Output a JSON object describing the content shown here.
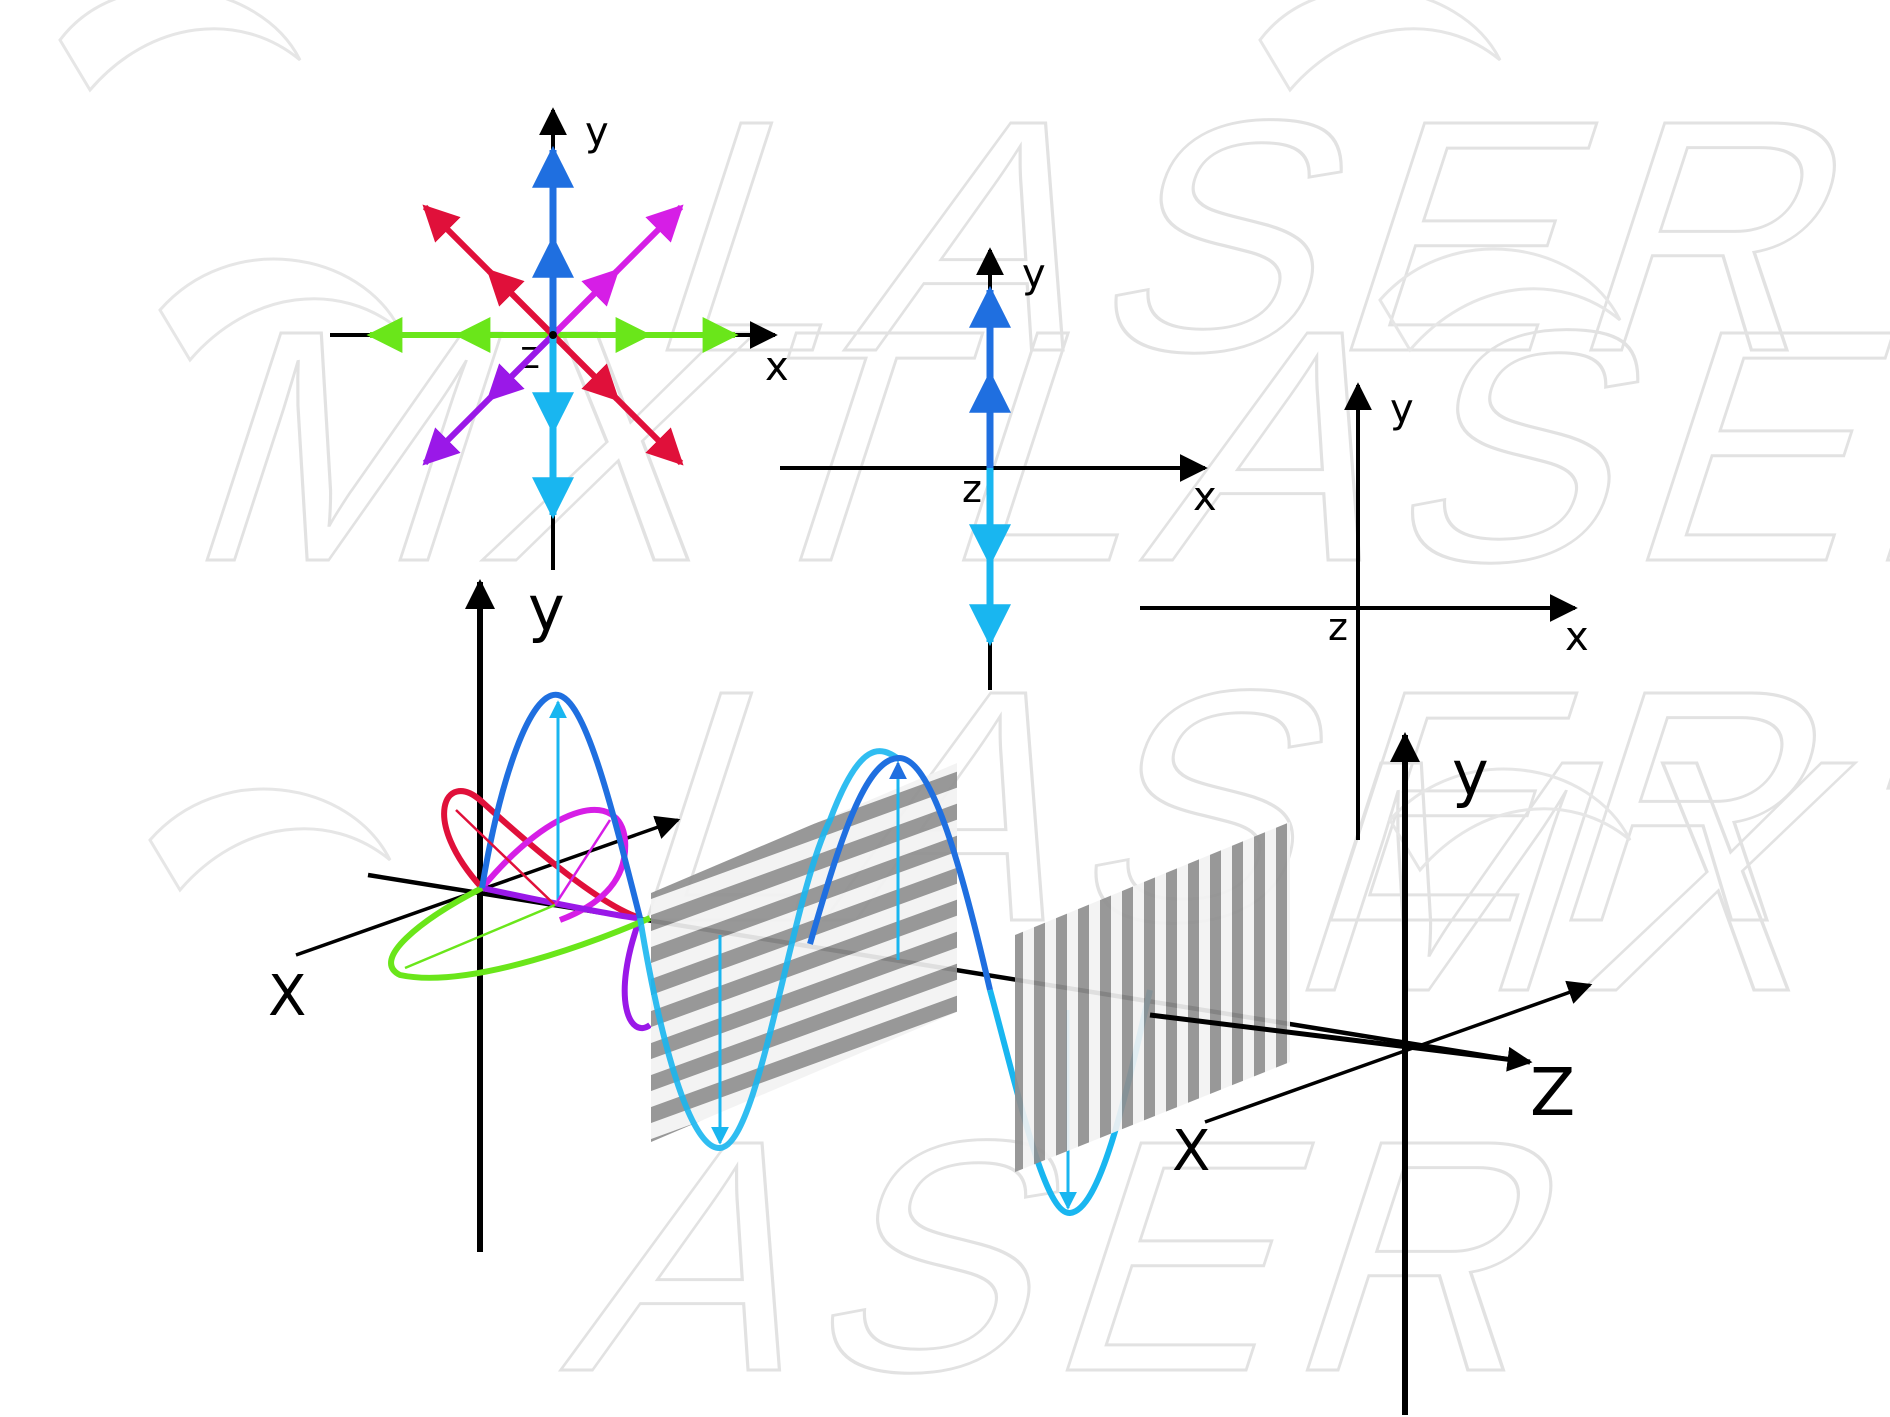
{
  "labels": {
    "small_y": "y",
    "small_x": "x",
    "small_z": "z",
    "big_y": "y",
    "big_x": "X",
    "big_z": "Z"
  },
  "watermark": {
    "text_a": "MXTLASER",
    "text_b": "LASER",
    "text_c": "MXTL",
    "text_d": "ASER"
  },
  "colors": {
    "blue": "#1f6fe0",
    "light_blue": "#19b6f0",
    "red": "#e0103a",
    "magenta": "#d61ee6",
    "purple": "#9a18e8",
    "green": "#6ae61a",
    "grating_dark": "#8f8f8f",
    "grating_light": "#f2f2f2",
    "axis": "#000000"
  }
}
